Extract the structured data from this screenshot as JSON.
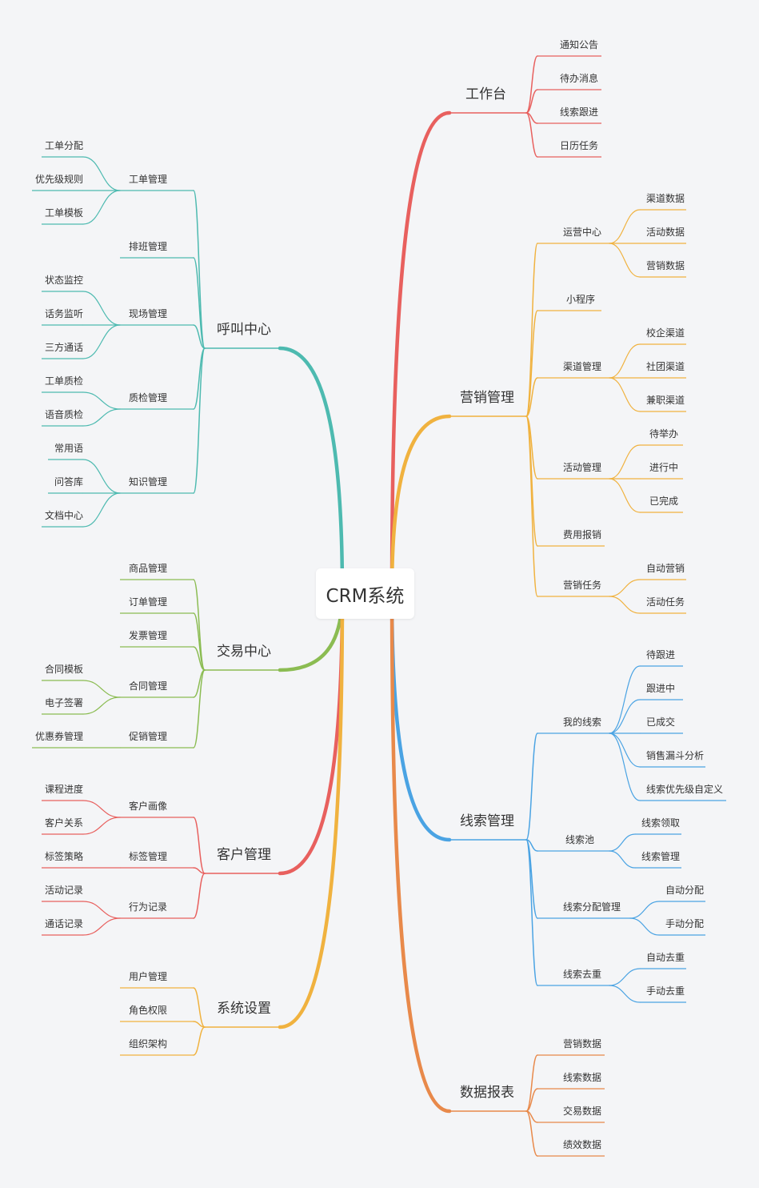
{
  "center": {
    "label": "CRM系统"
  },
  "colors": {
    "red": "#e8605e",
    "orange": "#f0b23f",
    "blue": "#4aa3e3",
    "deep_orange": "#e8894a",
    "teal": "#4dbab0",
    "green": "#8bbc52",
    "coral": "#e8605e",
    "gold": "#f0b23f"
  },
  "right_branches": [
    {
      "label": "工作台",
      "color": "red",
      "children": [
        {
          "label": "通知公告"
        },
        {
          "label": "待办消息"
        },
        {
          "label": "线索跟进"
        },
        {
          "label": "日历任务"
        }
      ]
    },
    {
      "label": "营销管理",
      "color": "orange",
      "children": [
        {
          "label": "运营中心",
          "children": [
            {
              "label": "渠道数据"
            },
            {
              "label": "活动数据"
            },
            {
              "label": "营销数据"
            }
          ]
        },
        {
          "label": "小程序"
        },
        {
          "label": "渠道管理",
          "children": [
            {
              "label": "校企渠道"
            },
            {
              "label": "社团渠道"
            },
            {
              "label": "兼职渠道"
            }
          ]
        },
        {
          "label": "活动管理",
          "children": [
            {
              "label": "待举办"
            },
            {
              "label": "进行中"
            },
            {
              "label": "已完成"
            }
          ]
        },
        {
          "label": "费用报销"
        },
        {
          "label": "营销任务",
          "children": [
            {
              "label": "自动营销"
            },
            {
              "label": "活动任务"
            }
          ]
        }
      ]
    },
    {
      "label": "线索管理",
      "color": "blue",
      "children": [
        {
          "label": "我的线索",
          "children": [
            {
              "label": "待跟进"
            },
            {
              "label": "跟进中"
            },
            {
              "label": "已成交"
            },
            {
              "label": "销售漏斗分析"
            },
            {
              "label": "线索优先级自定义"
            }
          ]
        },
        {
          "label": "线索池",
          "children": [
            {
              "label": "线索领取"
            },
            {
              "label": "线索管理"
            }
          ]
        },
        {
          "label": "线索分配管理",
          "children": [
            {
              "label": "自动分配"
            },
            {
              "label": "手动分配"
            }
          ]
        },
        {
          "label": "线索去重",
          "children": [
            {
              "label": "自动去重"
            },
            {
              "label": "手动去重"
            }
          ]
        }
      ]
    },
    {
      "label": "数据报表",
      "color": "deep_orange",
      "children": [
        {
          "label": "营销数据"
        },
        {
          "label": "线索数据"
        },
        {
          "label": "交易数据"
        },
        {
          "label": "绩效数据"
        }
      ]
    }
  ],
  "left_branches": [
    {
      "label": "呼叫中心",
      "color": "teal",
      "children": [
        {
          "label": "工单管理",
          "children": [
            {
              "label": "工单分配"
            },
            {
              "label": "优先级规则"
            },
            {
              "label": "工单模板"
            }
          ]
        },
        {
          "label": "排班管理"
        },
        {
          "label": "现场管理",
          "children": [
            {
              "label": "状态监控"
            },
            {
              "label": "话务监听"
            },
            {
              "label": "三方通话"
            }
          ]
        },
        {
          "label": "质检管理",
          "children": [
            {
              "label": "工单质检"
            },
            {
              "label": "语音质检"
            }
          ]
        },
        {
          "label": "知识管理",
          "children": [
            {
              "label": "常用语"
            },
            {
              "label": "问答库"
            },
            {
              "label": "文档中心"
            }
          ]
        }
      ]
    },
    {
      "label": "交易中心",
      "color": "green",
      "children": [
        {
          "label": "商品管理"
        },
        {
          "label": "订单管理"
        },
        {
          "label": "发票管理"
        },
        {
          "label": "合同管理",
          "children": [
            {
              "label": "合同模板"
            },
            {
              "label": "电子签署"
            }
          ]
        },
        {
          "label": "促销管理",
          "children": [
            {
              "label": "优惠券管理"
            }
          ]
        }
      ]
    },
    {
      "label": "客户管理",
      "color": "coral",
      "children": [
        {
          "label": "客户画像",
          "children": [
            {
              "label": "课程进度"
            },
            {
              "label": "客户关系"
            }
          ]
        },
        {
          "label": "标签管理",
          "children": [
            {
              "label": "标签策略"
            }
          ]
        },
        {
          "label": "行为记录",
          "children": [
            {
              "label": "活动记录"
            },
            {
              "label": "通话记录"
            }
          ]
        }
      ]
    },
    {
      "label": "系统设置",
      "color": "gold",
      "children": [
        {
          "label": "用户管理"
        },
        {
          "label": "角色权限"
        },
        {
          "label": "组织架构"
        }
      ]
    }
  ]
}
